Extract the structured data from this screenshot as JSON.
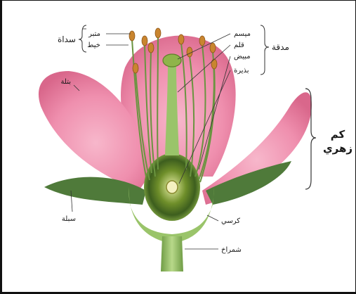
{
  "diagram": {
    "labels": {
      "anther": "متبر",
      "filament": "خيط",
      "stamen": "سداة",
      "stigma": "ميسم",
      "style": "قلم",
      "ovary": "مبيض",
      "ovule": "بذيرة",
      "pistil": "مدقة",
      "petal": "بتلة",
      "corolla_line1": "كم",
      "corolla_line2": "زهري",
      "sepal": "سبلة",
      "receptacle": "كرسي",
      "pedicel": "شمراخ"
    },
    "colors": {
      "petal": "#f08cab",
      "petal_shade": "#e06a8e",
      "sepal": "#4f7a3a",
      "stem": "#9ac46a",
      "anther": "#c9852f",
      "pistil": "#8fb44a"
    }
  }
}
